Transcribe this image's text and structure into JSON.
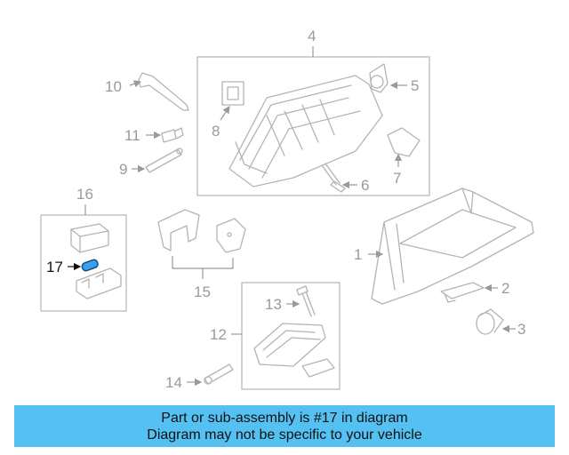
{
  "callouts": {
    "c1": "1",
    "c2": "2",
    "c3": "3",
    "c4": "4",
    "c5": "5",
    "c6": "6",
    "c7": "7",
    "c8": "8",
    "c9": "9",
    "c10": "10",
    "c11": "11",
    "c12": "12",
    "c13": "13",
    "c14": "14",
    "c15": "15",
    "c16": "16",
    "c17": "17"
  },
  "highlight": {
    "part_number": "17",
    "color": "#3aa0e8"
  },
  "banner": {
    "line1": "Part or sub-assembly is #17 in diagram",
    "line2": "Diagram may not be specific to your vehicle",
    "background": "#55c1f2"
  }
}
